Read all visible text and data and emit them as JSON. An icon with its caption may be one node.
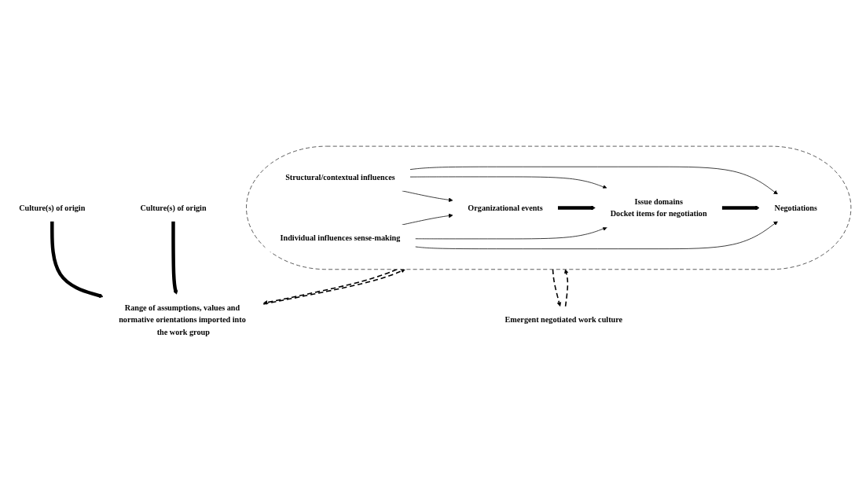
{
  "diagram": {
    "nodes": [
      {
        "text": [
          "Culture(s) of origin"
        ]
      },
      {
        "text": [
          "Culture(s) of origin"
        ]
      },
      {
        "text": [
          "Range of assumptions, values and normative orientations imported into the work group"
        ]
      },
      {
        "text": [],
        "shape": "ellipse"
      },
      {
        "text": [
          "Structural/contextual influences"
        ],
        "in": 3
      },
      {
        "text": [
          "Organizational events"
        ],
        "in": 3
      },
      {
        "text": [
          "Issue domains",
          "Docket items for negotiation"
        ],
        "in": 3
      },
      {
        "text": [
          "Individual influences sense-making"
        ],
        "in": 3
      },
      {
        "text": [
          "Negotiations"
        ],
        "in": 3
      },
      {
        "text": [
          "Emergent negotiated work culture"
        ]
      }
    ],
    "edges": [
      {
        "from": 0,
        "to": 2,
        "arrow": "to",
        "style": "thick"
      },
      {
        "from": 1,
        "to": 2,
        "arrow": "to",
        "style": "thick"
      },
      {
        "from": 3,
        "to": 2,
        "arrow": "to",
        "style": "dashed"
      },
      {
        "from": 2,
        "to": 3,
        "arrow": "to",
        "style": "dashed"
      },
      {
        "from": 4,
        "to": 5,
        "arrow": "to"
      },
      {
        "from": 4,
        "to": 6,
        "arrow": "to"
      },
      {
        "from": 4,
        "to": 8,
        "arrow": "to"
      },
      {
        "from": 5,
        "to": 6,
        "arrow": "to",
        "style": "thick"
      },
      {
        "from": 6,
        "to": 8,
        "arrow": "to",
        "style": "thick"
      },
      {
        "from": 7,
        "to": 5,
        "arrow": "to"
      },
      {
        "from": 7,
        "to": 6,
        "arrow": "to"
      },
      {
        "from": 7,
        "to": 8,
        "arrow": "to"
      },
      {
        "from": 3,
        "to": 9,
        "arrow": "to",
        "style": "dashed"
      },
      {
        "from": 9,
        "to": 3,
        "arrow": "to",
        "style": "dashed"
      }
    ]
  }
}
